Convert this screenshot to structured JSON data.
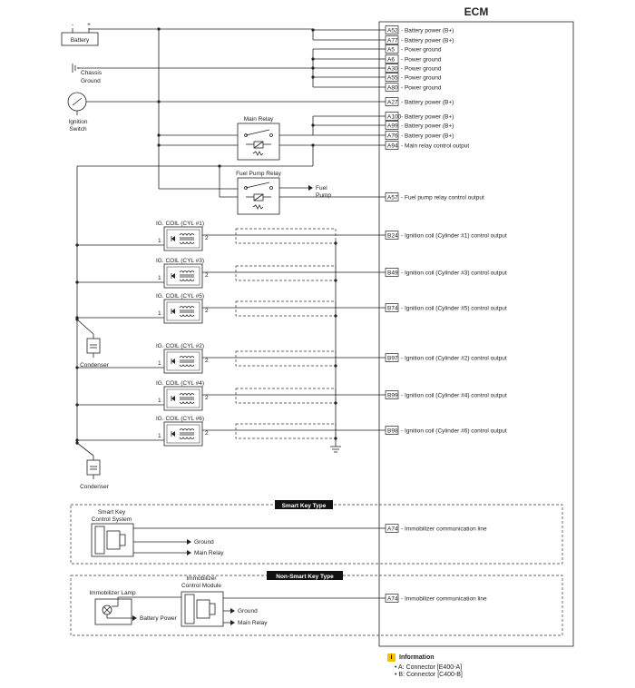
{
  "ecm": {
    "title": "ECM",
    "pins": [
      {
        "code": "A52",
        "label": "- Battery power (B+)"
      },
      {
        "code": "A77",
        "label": "- Battery power (B+)"
      },
      {
        "code": "A5",
        "label": "- Power ground"
      },
      {
        "code": "A6",
        "label": "- Power ground"
      },
      {
        "code": "A30",
        "label": "- Power ground"
      },
      {
        "code": "A55",
        "label": "- Power ground"
      },
      {
        "code": "A80",
        "label": "- Power ground"
      },
      {
        "code": "A27",
        "label": "- Battery power (B+)"
      },
      {
        "code": "A100",
        "label": "- Battery power (B+)"
      },
      {
        "code": "A99",
        "label": "- Battery power (B+)"
      },
      {
        "code": "A76",
        "label": "- Battery power (B+)"
      },
      {
        "code": "A94",
        "label": "- Main relay control output"
      },
      {
        "code": "A57",
        "label": "- Fuel pump relay control output"
      },
      {
        "code": "B24",
        "label": "- Ignition coil (Cylinder #1) control output"
      },
      {
        "code": "B49",
        "label": "- Ignition coil (Cylinder #3) control output"
      },
      {
        "code": "B74",
        "label": "- Ignition coil (Cylinder #5) control output"
      },
      {
        "code": "B97",
        "label": "- Ignition coil (Cylinder #2) control output"
      },
      {
        "code": "B99",
        "label": "- Ignition coil (Cylinder #4) control output"
      },
      {
        "code": "B98",
        "label": "- Ignition coil (Cylinder #6) control output"
      },
      {
        "code": "A74",
        "label": "- Immobilizer communication line"
      },
      {
        "code": "A74",
        "label": "- Immobilizer communication line"
      }
    ]
  },
  "components": {
    "battery": "Battery",
    "battery_minus": "-",
    "battery_plus": "+",
    "chassis_ground": [
      "Chassis",
      "Ground"
    ],
    "ignition_switch": [
      "Ignition",
      "Switch"
    ],
    "main_relay": "Main Relay",
    "fuel_pump_relay": "Fuel Pump Relay",
    "fuel_pump": [
      "Fuel",
      "Pump"
    ],
    "condenser": "Condenser",
    "pin_1": "1",
    "pin_2": "2"
  },
  "coils": [
    {
      "title": "IG. COIL (CYL #1)"
    },
    {
      "title": "IG. COIL (CYL #3)"
    },
    {
      "title": "IG. COIL (CYL #5)"
    },
    {
      "title": "IG. COIL (CYL #2)"
    },
    {
      "title": "IG. COIL (CYL #4)"
    },
    {
      "title": "IG. COIL (CYL #6)"
    }
  ],
  "smart_key": {
    "band": "Smart Key Type",
    "module": [
      "Smart Key",
      "Control System"
    ],
    "ground": "Ground",
    "main_relay": "Main Relay"
  },
  "non_smart_key": {
    "band": "Non-Smart Key Type",
    "lamp": "Immobilizer Lamp",
    "module": [
      "Immobilizer",
      "Control Module"
    ],
    "battery_power": "Battery Power",
    "ground": "Ground",
    "main_relay": "Main Relay"
  },
  "information": {
    "icon": "info-icon",
    "title": "Information",
    "items": [
      "A: Connector [E400-A]",
      "B: Connector [C400-B]"
    ]
  }
}
